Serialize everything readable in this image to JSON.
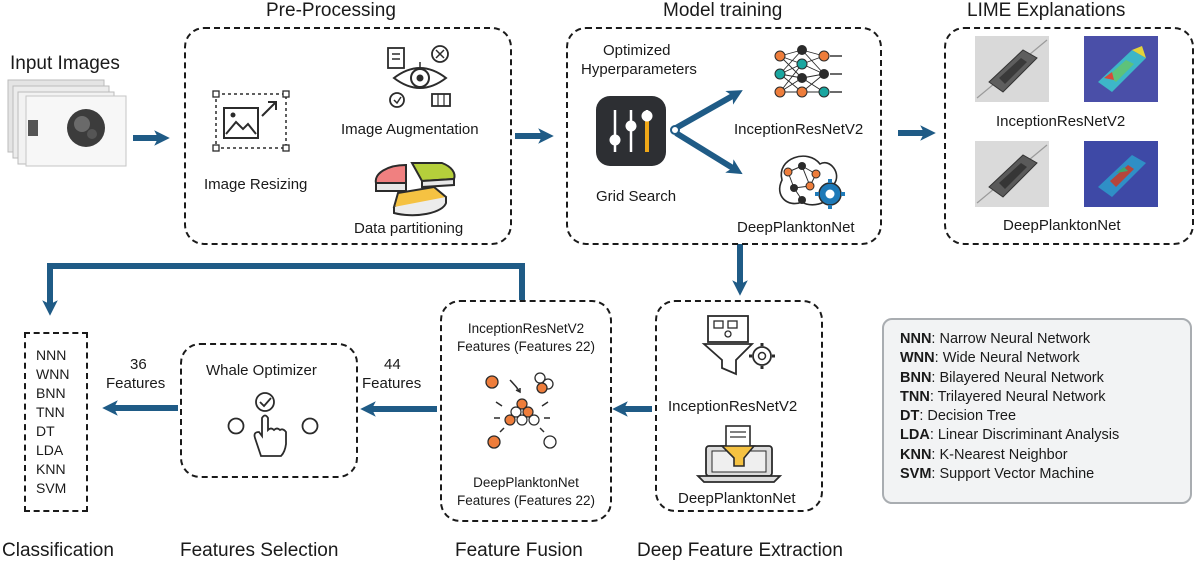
{
  "input": {
    "title": "Input Images"
  },
  "preprocessing": {
    "title": "Pre-Processing",
    "resizing": "Image Resizing",
    "augmentation": "Image Augmentation",
    "partitioning": "Data partitioning"
  },
  "training": {
    "title": "Model training",
    "hyper_line1": "Optimized",
    "hyper_line2": "Hyperparameters",
    "grid_search": "Grid Search",
    "model1": "InceptionResNetV2",
    "model2": "DeepPlanktonNet"
  },
  "lime": {
    "title": "LIME Explanations",
    "model1": "InceptionResNetV2",
    "model2": "DeepPlanktonNet"
  },
  "extraction": {
    "title": "Deep Feature Extraction",
    "model1": "InceptionResNetV2",
    "model2": "DeepPlanktonNet"
  },
  "fusion": {
    "title": "Feature Fusion",
    "top_line1": "InceptionResNetV2",
    "top_line2": "Features (Features 22)",
    "bottom_line1": "DeepPlanktonNet",
    "bottom_line2": "Features (Features 22)",
    "count_number": "44",
    "count_label": "Features"
  },
  "selection": {
    "title": "Features Selection",
    "optimizer": "Whale Optimizer",
    "count_number": "36",
    "count_label": "Features"
  },
  "classification": {
    "title": "Classification",
    "classifiers": [
      "NNN",
      "WNN",
      "BNN",
      "TNN",
      "DT",
      "LDA",
      "KNN",
      "SVM"
    ]
  },
  "legend": [
    {
      "abbr": "NNN",
      "full": ": Narrow Neural Network"
    },
    {
      "abbr": "WNN",
      "full": ": Wide Neural Network"
    },
    {
      "abbr": "BNN",
      "full": ": Bilayered Neural Network"
    },
    {
      "abbr": "TNN",
      "full": ": Trilayered Neural Network"
    },
    {
      "abbr": "DT",
      "full": ": Decision Tree"
    },
    {
      "abbr": "LDA",
      "full": ": Linear Discriminant Analysis"
    },
    {
      "abbr": "KNN",
      "full": ": K-Nearest Neighbor"
    },
    {
      "abbr": "SVM",
      "full": ": Support Vector Machine"
    }
  ],
  "colors": {
    "arrow": "#1f5b86",
    "orange": "#ee7d3b",
    "teal": "#1aa6a0",
    "dark": "#2b2b2b"
  }
}
